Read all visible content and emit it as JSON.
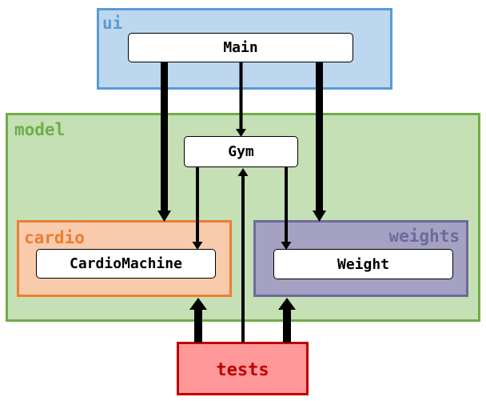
{
  "packages": {
    "ui": {
      "label": "ui",
      "fill": "#bdd7ee",
      "border": "#5b9bd5",
      "text": "#5b9bd5"
    },
    "model": {
      "label": "model",
      "fill": "#c5e0b4",
      "border": "#70ad47",
      "text": "#70ad47"
    },
    "cardio": {
      "label": "cardio",
      "fill": "#f8cbad",
      "border": "#ed7d31",
      "text": "#ed7d31"
    },
    "weights": {
      "label": "weights",
      "fill": "#a5a1c2",
      "border": "#6b6a9c",
      "text": "#6b6a9c"
    },
    "tests": {
      "label": "tests",
      "fill": "#ff9999",
      "border": "#c00000",
      "text": "#c00000"
    }
  },
  "classes": {
    "main": "Main",
    "gym": "Gym",
    "cardio_machine": "CardioMachine",
    "weight": "Weight"
  }
}
